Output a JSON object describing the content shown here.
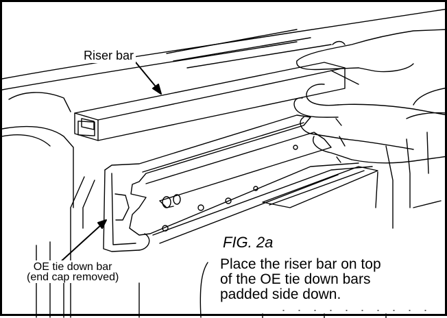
{
  "figure": {
    "callouts": {
      "riser_bar": "Riser bar",
      "oe_tie_down_bar_line1": "OE tie down bar",
      "oe_tie_down_bar_line2": "(end cap removed)"
    },
    "title": "FIG. 2a",
    "caption": {
      "line1": "Place the riser bar on top",
      "line2": "of the OE tie down bars",
      "line3": "padded side down."
    }
  }
}
